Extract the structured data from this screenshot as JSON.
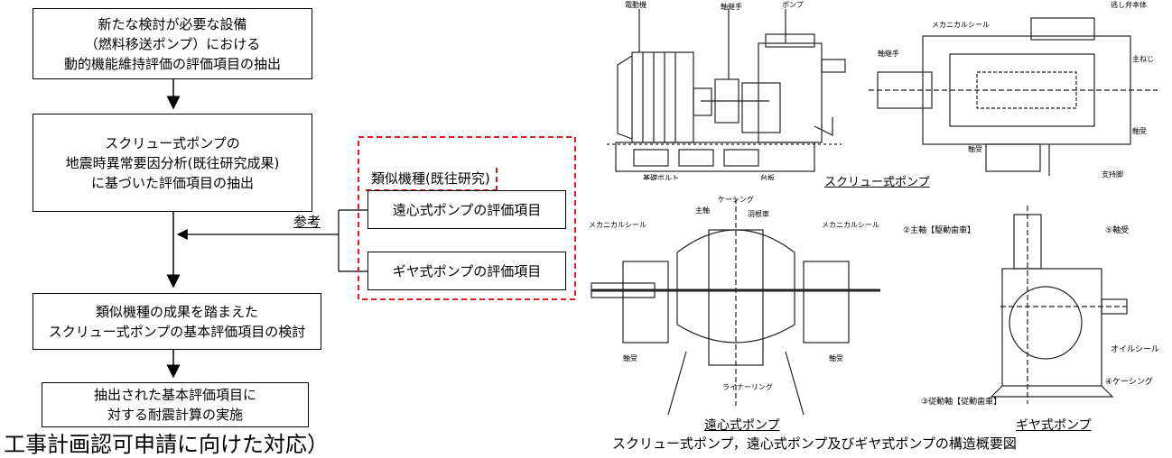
{
  "flow": {
    "box1": "新たな検討が必要な設備\n（燃料移送ポンプ）における\n動的機能維持評価の評価項目の抽出",
    "box2": "スクリュー式ポンプの\n地震時異常要因分析(既往研究成果)\nに基づいた評価項目の抽出",
    "box3": "類似機種の成果を踏まえた\nスクリュー式ポンプの基本評価項目の検討",
    "box4": "抽出された基本評価項目に\n対する耐震計算の実施",
    "reference_label": "参考"
  },
  "similar_group": {
    "title": "類似機種(既往研究)",
    "item1": "遠心式ポンプの評価項目",
    "item2": "ギヤ式ポンプの評価項目"
  },
  "footer_left": "工事計画認可申請に向けた対応）",
  "figures": {
    "screw_side": {
      "motor": "電動機",
      "coupling": "軸継手",
      "pump": "ポンプ",
      "base_bolt": "基礎ボルト",
      "base_plate": "台板"
    },
    "screw_section": {
      "relief": "逃し弁本体",
      "mech_seal": "メカニカルシール",
      "coupling": "軸継手",
      "main_screw": "主ねじ",
      "bearing1": "軸受",
      "bearing2": "軸受",
      "support_leg": "支持脚"
    },
    "screw_caption": "スクリュー式ポンプ",
    "centrifugal": {
      "casing": "ケーシング",
      "main_shaft": "主軸",
      "impeller": "羽根車",
      "mech_seal_l": "メカニカルシール",
      "mech_seal_r": "メカニカルシール",
      "bearing_l": "軸受",
      "bearing_r": "軸受",
      "liner_ring": "ライナーリング"
    },
    "centrifugal_caption": "遠心式ポンプ",
    "gear": {
      "main_shaft": "②主軸【駆動歯車】",
      "bearing": "⑤軸受",
      "oil_seal": "オイルシール",
      "casing": "④ケーシング",
      "driven_shaft": "③従動軸【従動歯車】"
    },
    "gear_caption": "ギヤ式ポンプ",
    "overall_caption": "スクリュー式ポンプ，遠心式ポンプ及びギヤ式ポンプの構造概要図"
  },
  "colors": {
    "dashed_group": "#e01b1b",
    "line": "#000000"
  }
}
